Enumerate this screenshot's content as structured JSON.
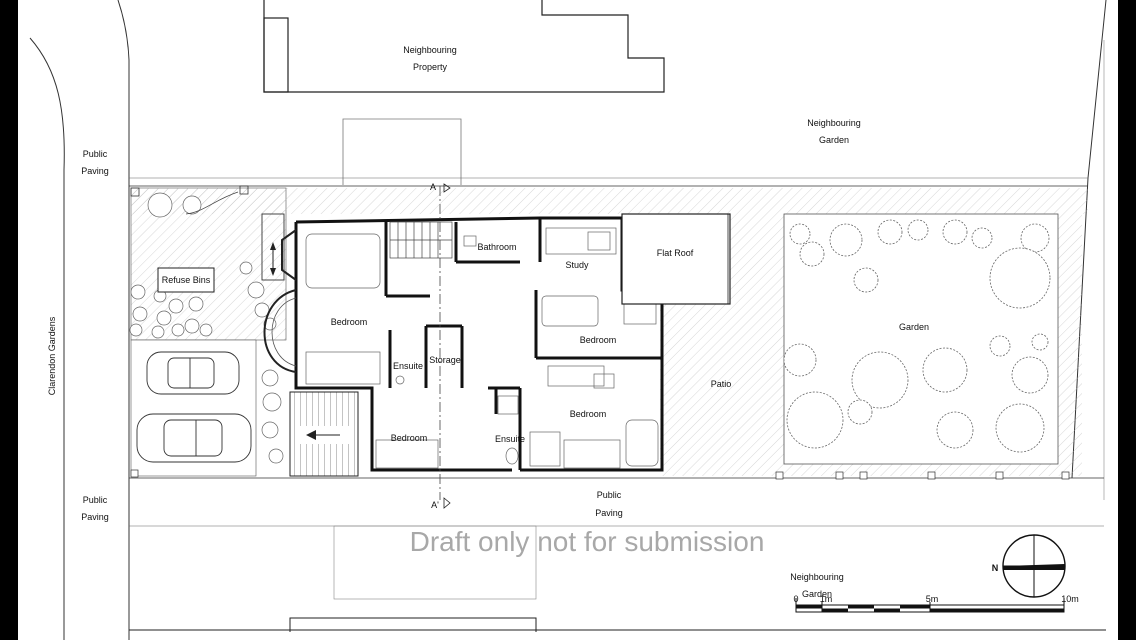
{
  "labels": {
    "neighbouring_property_1": "Neighbouring",
    "neighbouring_property_2": "Property",
    "neighbouring_garden_top_1": "Neighbouring",
    "neighbouring_garden_top_2": "Garden",
    "public_paving_left_1": "Public",
    "public_paving_left_2": "Paving",
    "public_paving_left_b_1": "Public",
    "public_paving_left_b_2": "Paving",
    "public_paving_bottom_1": "Public",
    "public_paving_bottom_2": "Paving",
    "street": "Clarendon Gardens",
    "refuse_bins": "Refuse Bins",
    "bathroom": "Bathroom",
    "study": "Study",
    "flat_roof": "Flat Roof",
    "bedroom_front": "Bedroom",
    "ensuite_front": "Ensuite",
    "storage": "Storage",
    "bedroom_mid_right": "Bedroom",
    "bedroom_rear_right": "Bedroom",
    "bedroom_rear_left": "Bedroom",
    "ensuite_rear": "Ensuite",
    "patio": "Patio",
    "garden": "Garden",
    "neighbouring_garden_bottom_1": "Neighbouring",
    "neighbouring_garden_bottom_2": "Garden",
    "section_top": "A",
    "section_bottom": "A'"
  },
  "watermark": "Draft only not for submission",
  "north": "N",
  "scale": {
    "zero": "0",
    "one": "1m",
    "five": "5m",
    "ten": "10m"
  },
  "colors": {
    "paper": "#ffffff",
    "ink": "#1a1a1a",
    "frame": "#000000",
    "watermark": "#a8a8a8"
  }
}
